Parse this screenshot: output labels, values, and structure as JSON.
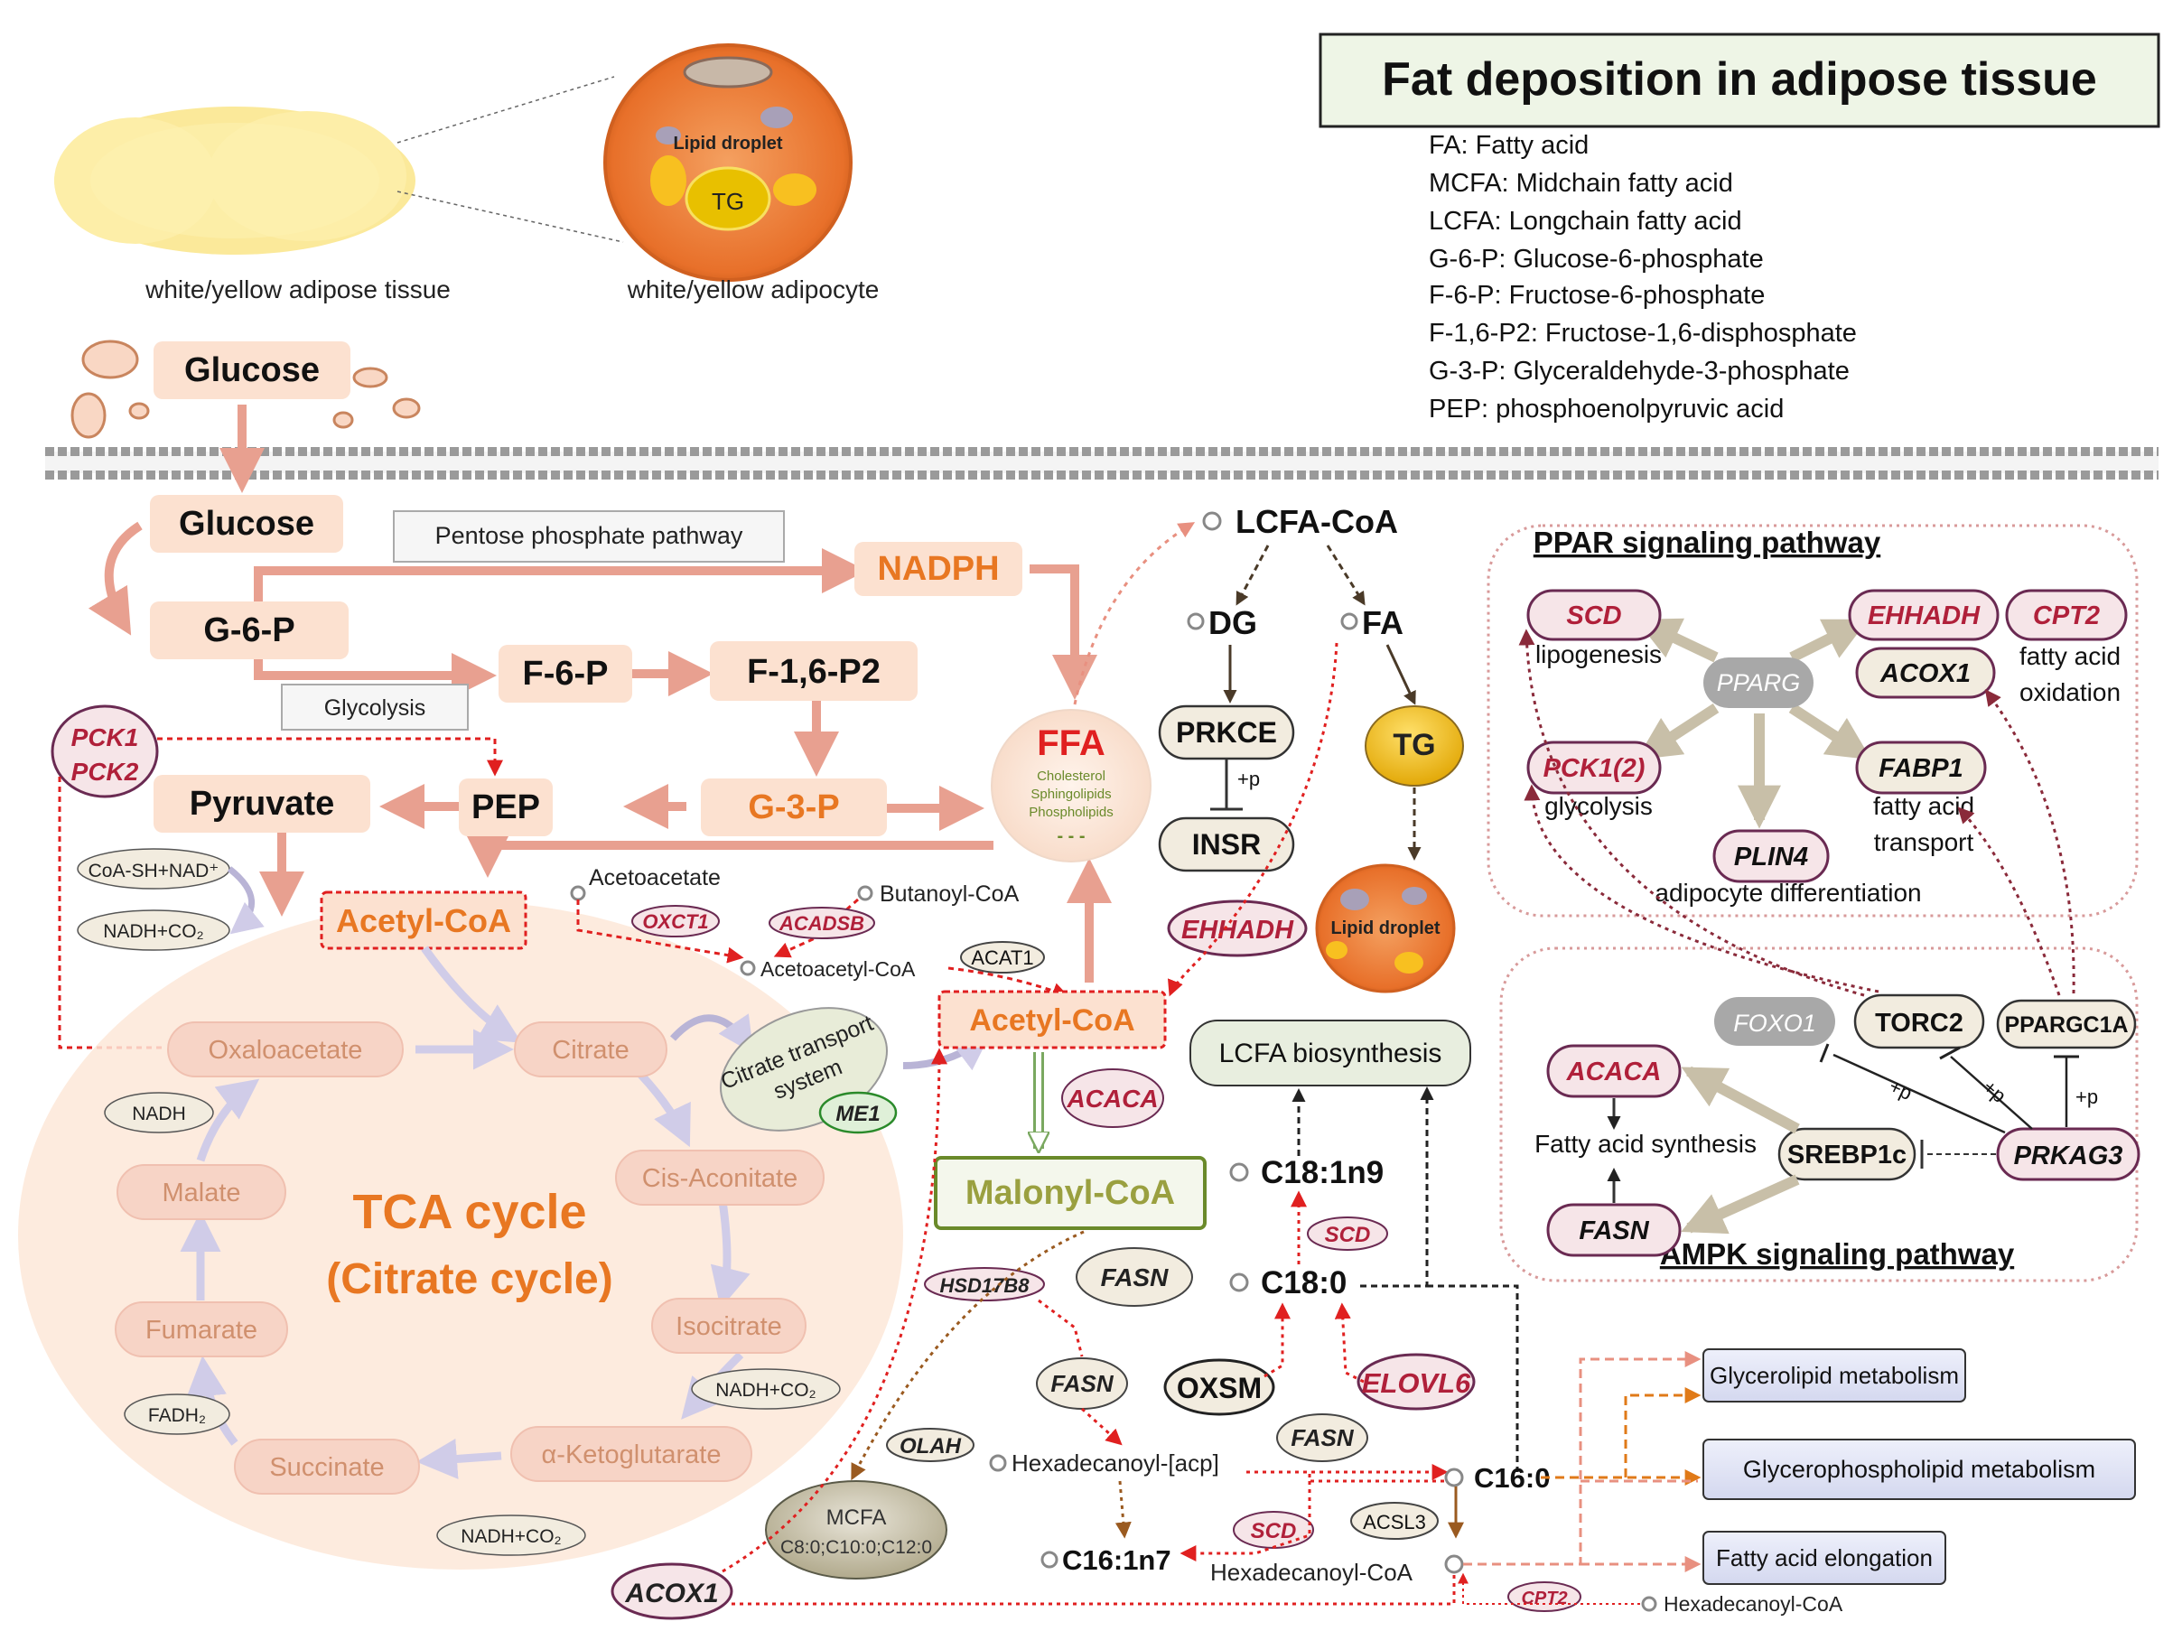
{
  "title": "Fat deposition in adipose tissue",
  "legend": [
    "FA: Fatty acid",
    "MCFA: Midchain fatty acid",
    " LCFA: Longchain fatty acid",
    "G-6-P: Glucose-6-phosphate",
    "F-6-P: Fructose-6-phosphate",
    "F-1,6-P2: Fructose-1,6-disphosphate",
    "G-3-P: Glyceraldehyde-3-phosphate",
    "PEP: phosphoenolpyruvic acid"
  ],
  "tissue": {
    "tissue_caption": "white/yellow adipose tissue",
    "cell_caption": "white/yellow adipocyte",
    "lipid_droplet": "Lipid droplet",
    "tg": "TG"
  },
  "glycolysis": {
    "glucose_out": "Glucose",
    "glucose_in": "Glucose",
    "g6p": "G-6-P",
    "f6p": "F-6-P",
    "f16p2": "F-1,6-P2",
    "g3p": "G-3-P",
    "pep": "PEP",
    "pyruvate": "Pyruvate",
    "nadph": "NADPH",
    "pentose_label": "Pentose phosphate pathway",
    "glycolysis_label": "Glycolysis",
    "pck1": "PCK1",
    "pck2": "PCK2",
    "coash": "CoA-SH+NAD⁺",
    "nadh_co2": "NADH+CO₂"
  },
  "tca": {
    "acetyl_coa": "Acetyl-CoA",
    "title_line1": "TCA cycle",
    "title_line2": "(Citrate cycle)",
    "oxaloacetate": "Oxaloacetate",
    "citrate": "Citrate",
    "cis_aconitate": "Cis-Aconitate",
    "isocitrate": "Isocitrate",
    "akg": "α-Ketoglutarate",
    "succinate": "Succinate",
    "fumarate": "Fumarate",
    "malate": "Malate",
    "nadh": "NADH",
    "fadh2": "FADH₂",
    "nadh_co2_1": "NADH+CO₂",
    "nadh_co2_2": "NADH+CO₂",
    "citrate_transport_1": "Citrate transport",
    "citrate_transport_2": "system",
    "me1": "ME1"
  },
  "ffa": {
    "ffa": "FFA",
    "cholesterol": "Cholesterol",
    "sphingolipids": "Sphingolipids",
    "phospholipids": "Phospholipids",
    "dots": "- - -",
    "acetoacetate": "Acetoacetate",
    "butanoyl_coa": "Butanoyl-CoA",
    "oxct1": "OXCT1",
    "acadsb": "ACADSB",
    "acetoacetyl_coa": "Acetoacetyl-CoA",
    "acat1": "ACAT1",
    "acetyl_coa2": "Acetyl-CoA",
    "acaca": "ACACA",
    "malonyl_coa": "Malonyl-CoA",
    "hsd17b8": "HSD17B8",
    "fasn_a": "FASN",
    "fasn_b": "FASN",
    "fasn_c": "FASN",
    "olah": "OLAH",
    "mcfa": "MCFA",
    "mcfa_species": "C8:0;C10:0;C12:0",
    "acox1": "ACOX1"
  },
  "lcfa": {
    "lcfa_coa": "LCFA-CoA",
    "dg": "DG",
    "fa": "FA",
    "prkce": "PRKCE",
    "plus_p": "+p",
    "insr": "INSR",
    "tg": "TG",
    "lipid_droplet": "Lipid droplet",
    "ehhadh": "EHHADH",
    "lcfa_biosynthesis": "LCFA biosynthesis",
    "c18_1n9": "C18:1n9",
    "scd_a": "SCD",
    "c18_0": "C18:0",
    "oxsm": "OXSM",
    "elovl6": "ELOVL6",
    "hexadecanoyl_acp": "Hexadecanoyl-[acp]",
    "c16_0": "C16:0",
    "scd_b": "SCD",
    "acsl3": "ACSL3",
    "c16_1n7": "C16:1n7",
    "hexadecanoyl_coa": "Hexadecanoyl-CoA",
    "cpt2": "CPT2",
    "hexadecanoyl_coa2": "Hexadecanoyl-CoA"
  },
  "ppar": {
    "title": "PPAR signaling pathway",
    "scd": "SCD",
    "lipogenesis": "lipogenesis",
    "ehhadh": "EHHADH",
    "cpt2": "CPT2",
    "acox1": "ACOX1",
    "fao_1": "fatty acid",
    "fao_2": "oxidation",
    "pparg": "PPARG",
    "pck12": "PCK1(2)",
    "glycolysis": "glycolysis",
    "fabp1": "FABP1",
    "fat_1": "fatty acid",
    "fat_2": "transport",
    "plin4": "PLIN4",
    "adipocyte_diff": "adipocyte differentiation"
  },
  "ampk": {
    "title": "AMPK signaling pathway",
    "foxo1": "FOXO1",
    "torc2": "TORC2",
    "ppargc1a": "PPARGC1A",
    "acaca": "ACACA",
    "fas_label": "Fatty acid synthesis",
    "srebp1c": "SREBP1c",
    "prkag3": "PRKAG3",
    "fasn": "FASN",
    "plus_p1": "+p",
    "plus_p2": "+p",
    "plus_p3": "+p"
  },
  "outputs": {
    "glycerolipid": "Glycerolipid  metabolism",
    "glycerophospholipid": "Glycerophospholipid  metabolism",
    "fa_elongation": "Fatty acid  elongation"
  },
  "colors": {
    "orange_text": "#e87722",
    "node_fill": "#fce1d0",
    "arrow_pink": "#e8a090",
    "gene_fill": "#f6e5e8",
    "gene_border": "#6a2a52",
    "gene_text": "#b0203a",
    "red_dotted": "#e02020",
    "brown": "#9a5a20",
    "ppar_arrow": "#c8bfa8"
  }
}
